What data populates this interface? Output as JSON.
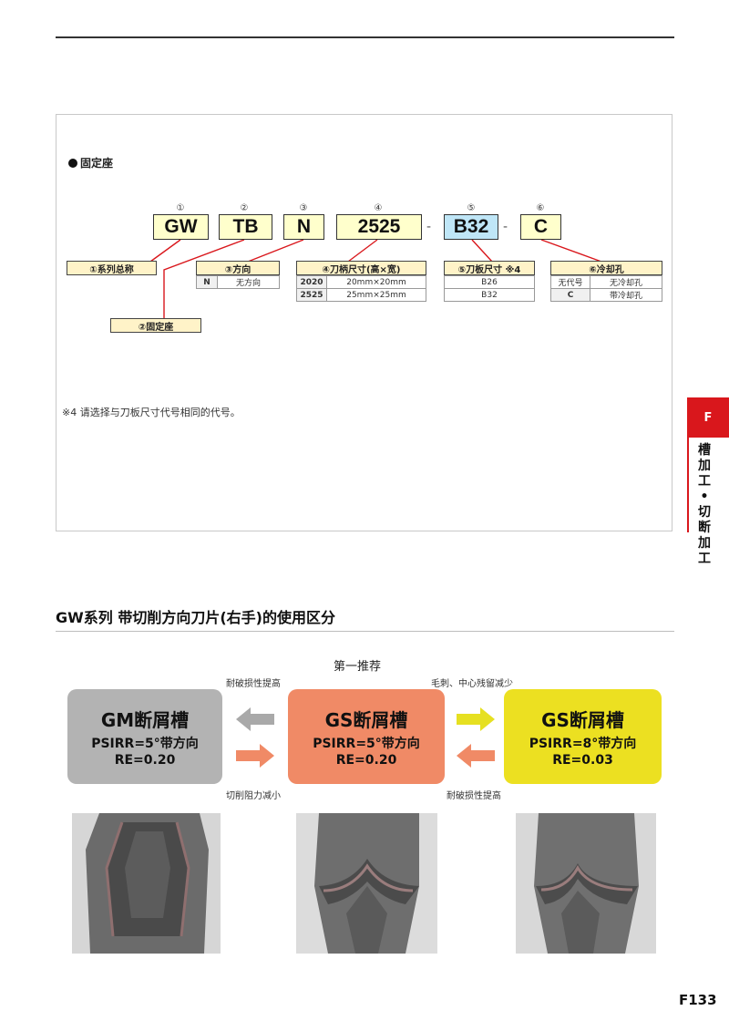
{
  "section_head": "固定座",
  "code": {
    "nums": [
      "①",
      "②",
      "③",
      "④",
      "⑤",
      "⑥"
    ],
    "boxes": [
      "GW",
      "TB",
      "N",
      "2525",
      "B32",
      "C"
    ],
    "dash": "-"
  },
  "labels": {
    "series": "①系列总称",
    "holder": "②固定座",
    "direction": "③方向",
    "shank": "④刀柄尺寸(高×宽)",
    "blade": "⑤刀板尺寸 ※4",
    "coolant": "⑥冷却孔"
  },
  "tables": {
    "direction": [
      [
        "N",
        "无方向"
      ]
    ],
    "shank": [
      [
        "2020",
        "20mm×20mm"
      ],
      [
        "2525",
        "25mm×25mm"
      ]
    ],
    "blade": [
      [
        "B26"
      ],
      [
        "B32"
      ]
    ],
    "coolant": [
      [
        "无代号",
        "无冷却孔"
      ],
      [
        "C",
        "带冷却孔"
      ]
    ]
  },
  "footnote": "※4 请选择与刀板尺寸代号相同的代号。",
  "side_tab": {
    "letter": "F",
    "text": "槽加工•切断加工"
  },
  "section2": {
    "title": "GW系列 带切削方向刀片(右手)的使用区分",
    "first_rec": "第一推荐",
    "notes": {
      "top_left": "耐破损性提高",
      "bottom_left": "切削阻力减小",
      "top_right": "毛刺、中心残留减少",
      "bottom_right": "耐破损性提高"
    },
    "cards": [
      {
        "title": "GM断屑槽",
        "line1": "PSIRR=5°带方向",
        "line2": "RE=0.20",
        "color": "#b3b3b3"
      },
      {
        "title": "GS断屑槽",
        "line1": "PSIRR=5°带方向",
        "line2": "RE=0.20",
        "color": "#f08a66"
      },
      {
        "title": "GS断屑槽",
        "line1": "PSIRR=8°带方向",
        "line2": "RE=0.03",
        "color": "#ece021"
      }
    ]
  },
  "page_number": "F133",
  "icons": [
    "arrow-left-icon",
    "arrow-right-icon"
  ]
}
